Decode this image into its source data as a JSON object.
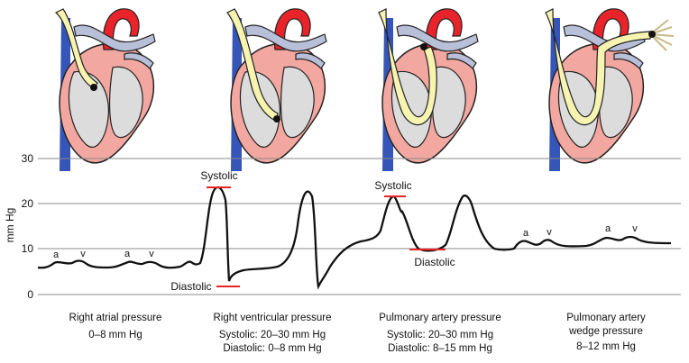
{
  "chart": {
    "y_axis_label": "mm Hg",
    "y_ticks": [
      "30",
      "20",
      "10",
      "0"
    ],
    "annotations": {
      "systolic_rv": "Systolic",
      "diastolic_rv": "Diastolic",
      "systolic_pa": "Systolic",
      "diastolic_pa": "Diastolic",
      "a1": "a",
      "v1": "v",
      "a2": "a",
      "v2": "v",
      "a3": "a",
      "v3": "v",
      "a4": "a",
      "v4": "v"
    }
  },
  "panels": [
    {
      "title": "Right atrial pressure",
      "values": [
        "0–8 mm Hg"
      ]
    },
    {
      "title": "Right ventricular pressure",
      "values": [
        "Systolic: 20–30 mm Hg",
        "Diastolic: 0–8 mm Hg"
      ]
    },
    {
      "title": "Pulmonary artery pressure",
      "values": [
        "Systolic: 20–30 mm Hg",
        "Diastolic: 8–15 mm Hg"
      ]
    },
    {
      "title": "Pulmonary artery",
      "title2": "wedge pressure",
      "values": [
        "8–12 mm Hg"
      ]
    }
  ],
  "colors": {
    "muscle": "#f2a8a0",
    "muscle_edge": "#c0392b",
    "aorta": "#e8232a",
    "vein": "#3556b8",
    "vessel_grey": "#b8bfd8",
    "interior": "#dcdcdc",
    "catheter_fill": "#f7f3b0",
    "marker": "#e8232a"
  }
}
